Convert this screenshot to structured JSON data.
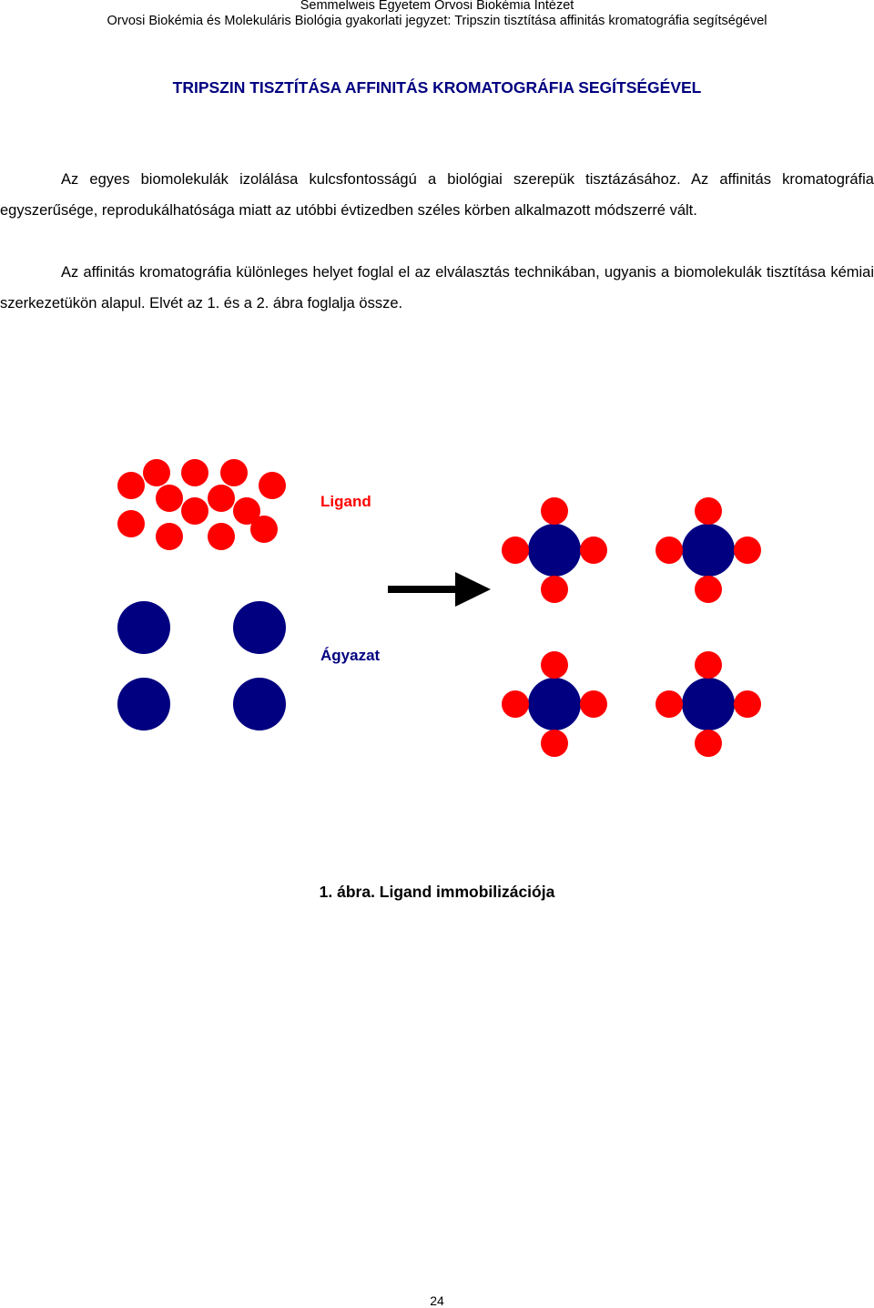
{
  "header": {
    "line1": "Semmelweis Egyetem Orvosi Biokémia Intézet",
    "line2": "Orvosi Biokémia és Molekuláris Biológia gyakorlati jegyzet: Tripszin tisztítása affinitás kromatográfia segítségével"
  },
  "title": "TRIPSZIN TISZTÍTÁSA AFFINITÁS KROMATOGRÁFIA SEGÍTSÉGÉVEL",
  "paragraphs": [
    "Az egyes biomolekulák izolálása kulcsfontosságú a biológiai szerepük tisztázásához. Az affinitás kromatográfia egyszerűsége, reprodukálhatósága miatt az utóbbi évtizedben széles körben alkalmazott módszerré vált.",
    "Az affinitás kromatográfia különleges helyet foglal el az elválasztás technikában, ugyanis a biomolekulák tisztítása kémiai szerkezetükön alapul. Elvét az 1. és a 2. ábra foglalja össze."
  ],
  "figure": {
    "ligand_label": "Ligand",
    "matrix_label": "Ágyazat",
    "ligand_color": "#ff0000",
    "matrix_color": "#000080",
    "arrow_color": "#000000"
  },
  "caption": "1.   ábra. Ligand immobilizációja",
  "page_number": "24"
}
